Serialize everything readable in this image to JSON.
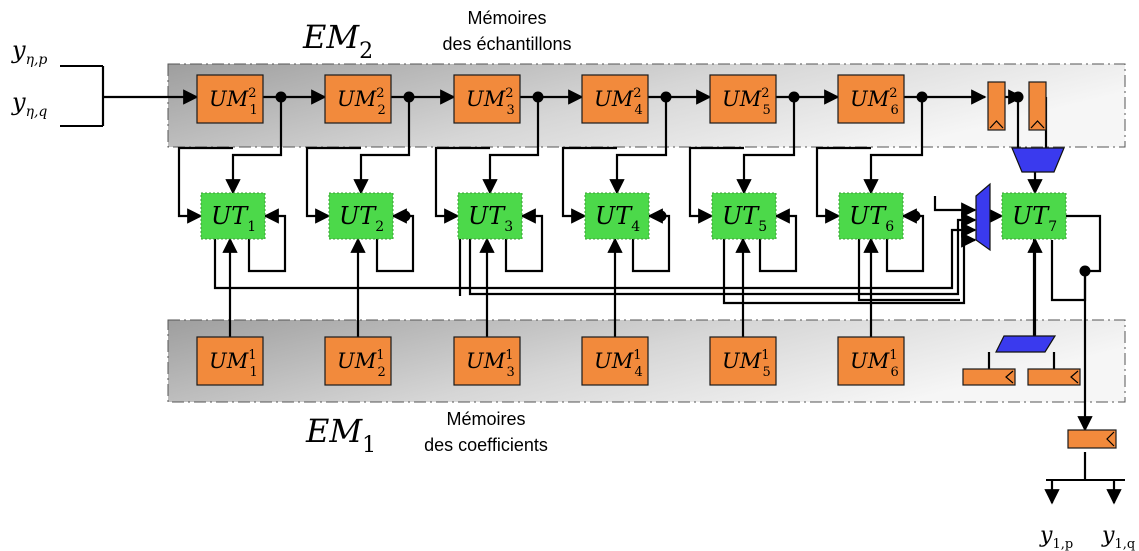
{
  "colors": {
    "orange": "#F28A3C",
    "green": "#4CD94A",
    "blue": "#3A3AEE",
    "band_dark": "#A8A8A8",
    "band_light": "#F4F4F4"
  },
  "labels": {
    "em2": "EM",
    "em2_sub": "2",
    "em1": "EM",
    "em1_sub": "1",
    "mem_samples_line1": "Mémoires",
    "mem_samples_line2": "des échantillons",
    "mem_coeff_line1": "Mémoires",
    "mem_coeff_line2": "des coefficients"
  },
  "inputs": [
    {
      "main": "y",
      "sub": "η,p"
    },
    {
      "main": "y",
      "sub": "η,q"
    }
  ],
  "outputs": [
    {
      "main": "y",
      "sub": "1,p"
    },
    {
      "main": "y",
      "sub": "1,q"
    }
  ],
  "um_top": [
    {
      "main": "UM",
      "sup": "2",
      "sub": "1"
    },
    {
      "main": "UM",
      "sup": "2",
      "sub": "2"
    },
    {
      "main": "UM",
      "sup": "2",
      "sub": "3"
    },
    {
      "main": "UM",
      "sup": "2",
      "sub": "4"
    },
    {
      "main": "UM",
      "sup": "2",
      "sub": "5"
    },
    {
      "main": "UM",
      "sup": "2",
      "sub": "6"
    }
  ],
  "um_bottom": [
    {
      "main": "UM",
      "sup": "1",
      "sub": "1"
    },
    {
      "main": "UM",
      "sup": "1",
      "sub": "2"
    },
    {
      "main": "UM",
      "sup": "1",
      "sub": "3"
    },
    {
      "main": "UM",
      "sup": "1",
      "sub": "4"
    },
    {
      "main": "UM",
      "sup": "1",
      "sub": "5"
    },
    {
      "main": "UM",
      "sup": "1",
      "sub": "6"
    }
  ],
  "ut": [
    {
      "main": "UT",
      "sub": "1"
    },
    {
      "main": "UT",
      "sub": "2"
    },
    {
      "main": "UT",
      "sub": "3"
    },
    {
      "main": "UT",
      "sub": "4"
    },
    {
      "main": "UT",
      "sub": "5"
    },
    {
      "main": "UT",
      "sub": "6"
    },
    {
      "main": "UT",
      "sub": "7"
    }
  ]
}
